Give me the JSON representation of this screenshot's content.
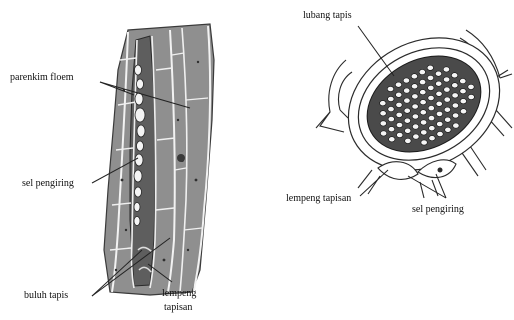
{
  "longitudinal_view": {
    "labels": {
      "parenchyma": "parenkim floem",
      "companion_cell": "sel pengiring",
      "sieve_tube": "buluh tapis",
      "sieve_plate_line1": "lempeng",
      "sieve_plate_line2": "tapisan"
    }
  },
  "cross_section_view": {
    "labels": {
      "sieve_pore": "lubang tapis",
      "sieve_plate": "lempeng tapisan",
      "companion_cell": "sel pengiring"
    }
  },
  "colors": {
    "tissue_fill": "#8f8f8f",
    "tissue_dark": "#5e5e5e",
    "cell_wall": "#f2f2f2",
    "ink": "#222222"
  }
}
